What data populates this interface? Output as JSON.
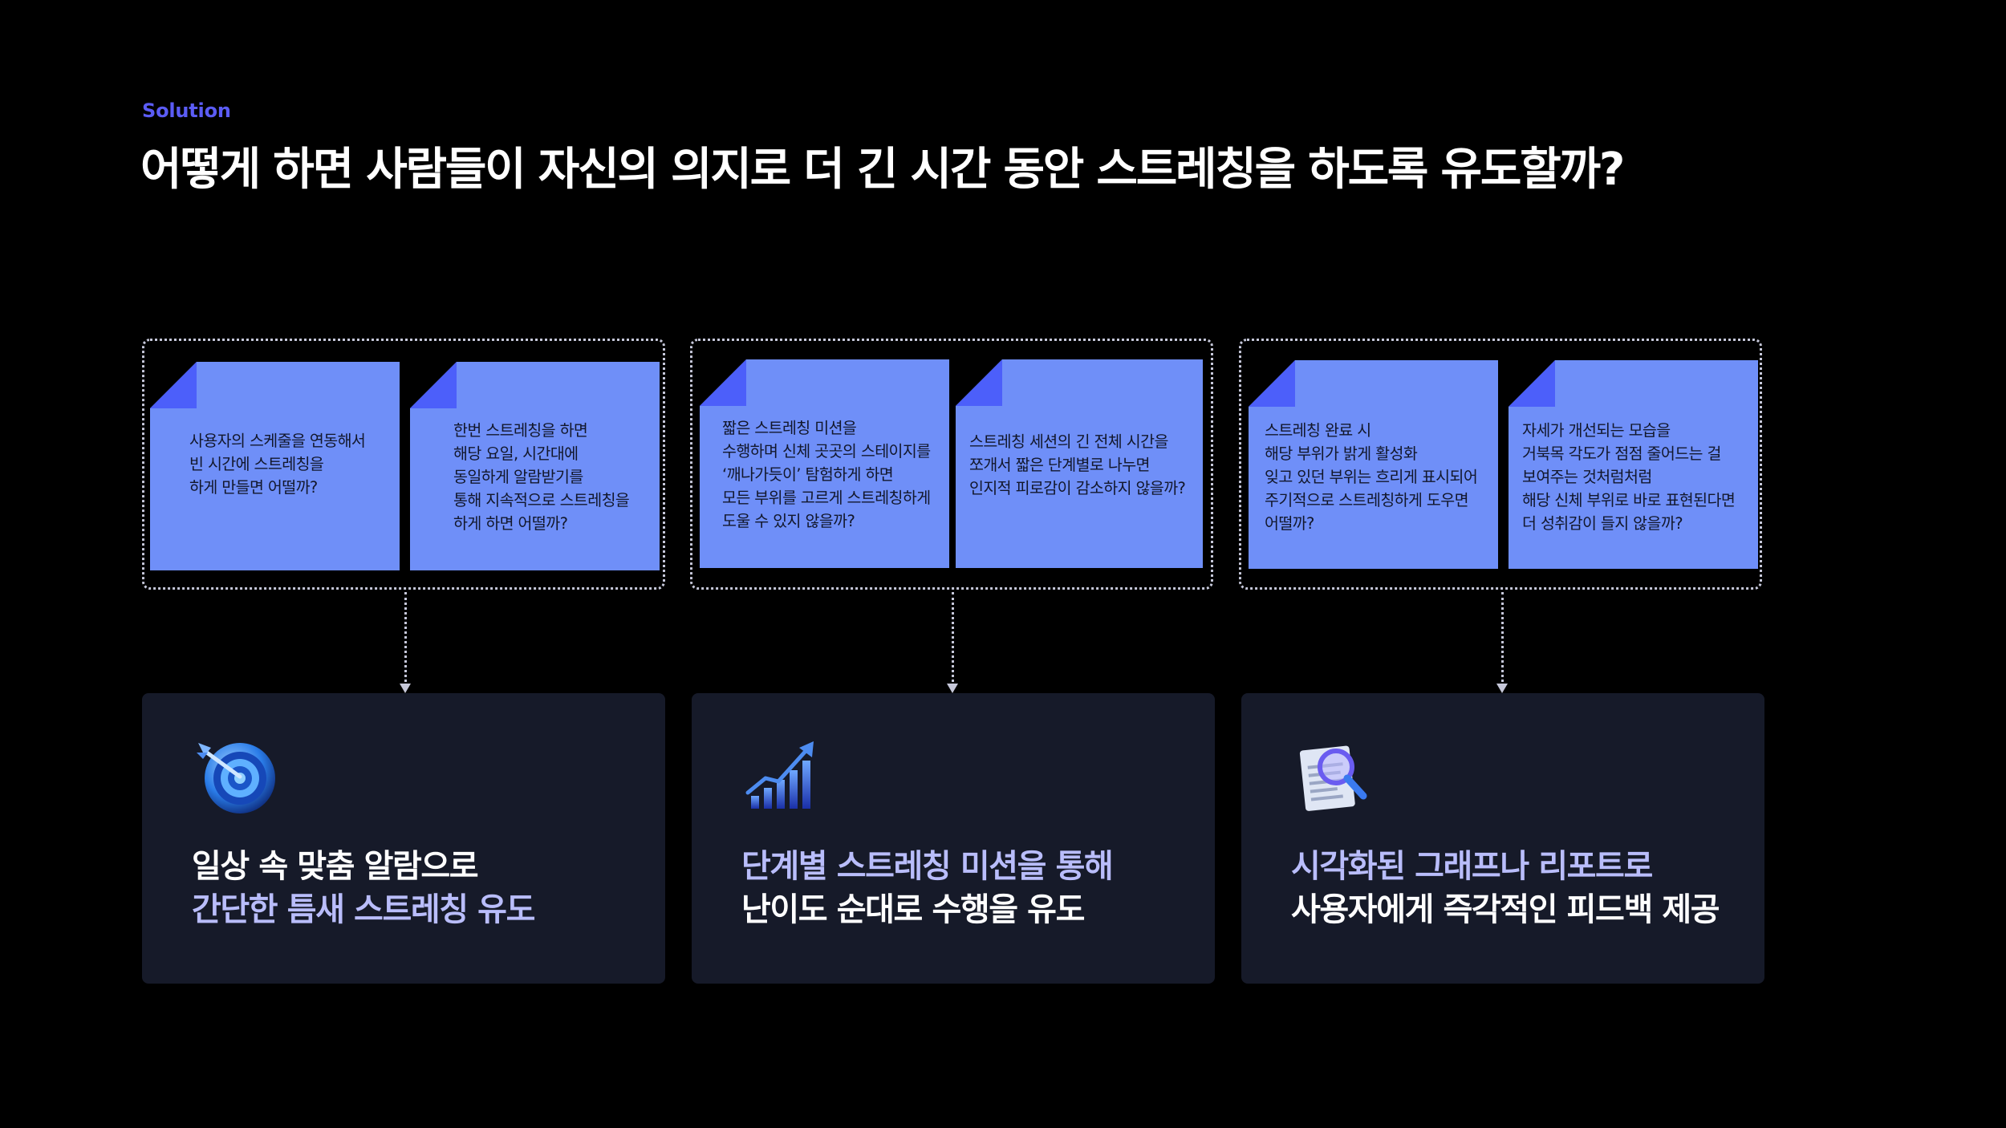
{
  "header": {
    "eyebrow": "Solution",
    "title": "어떻게 하면 사람들이 자신의 의지로 더 긴 시간 동안 스트레칭을 하도록 유도할까?"
  },
  "groups": [
    {
      "notes": [
        "사용자의 스케줄을 연동해서\n빈 시간에 스트레칭을\n하게 만들면 어떨까?",
        "한번 스트레칭을 하면\n해당 요일, 시간대에\n동일하게 알람받기를\n통해 지속적으로 스트레칭을\n하게 하면 어떨까?"
      ],
      "card": {
        "icon": "target-dart-icon",
        "line1": "일상 속 맞춤 알람으로",
        "line2": "간단한 틈새 스트레칭 유도"
      }
    },
    {
      "notes": [
        "짧은 스트레칭 미션을\n수행하며 신체 곳곳의 스테이지를\n‘깨나가듯이’ 탐험하게 하면\n모든 부위를 고르게 스트레칭하게\n도울 수 있지 않을까?",
        "스트레칭 세션의 긴 전체 시간을\n쪼개서 짧은 단계별로 나누면\n인지적 피로감이 감소하지 않을까?"
      ],
      "card": {
        "icon": "growth-chart-icon",
        "line1": "단계별 스트레칭 미션을 통해",
        "line2": "난이도 순대로 수행을 유도"
      }
    },
    {
      "notes": [
        "스트레칭 완료 시\n해당 부위가 밝게 활성화\n잊고 있던 부위는 흐리게 표시되어\n주기적으로 스트레칭하게 도우면\n어떨까?",
        "자세가 개선되는 모습을\n거북목 각도가 점점 줄어드는 걸\n보여주는 것처럼처럼\n해당 신체 부위로 바로 표현된다면\n더 성취감이 들지 않을까?"
      ],
      "card": {
        "icon": "magnifier-report-icon",
        "line1": "시각화된 그래프나 리포트로",
        "line2": "사용자에게 즉각적인 피드백 제공"
      }
    }
  ],
  "colors": {
    "background": "#000000",
    "accent": "#5b5cf5",
    "note": "#6f8ff8",
    "note_fold": "#4c5ffa",
    "card": "#161a29",
    "highlight": "#b9bdfb",
    "text": "#ffffff"
  }
}
